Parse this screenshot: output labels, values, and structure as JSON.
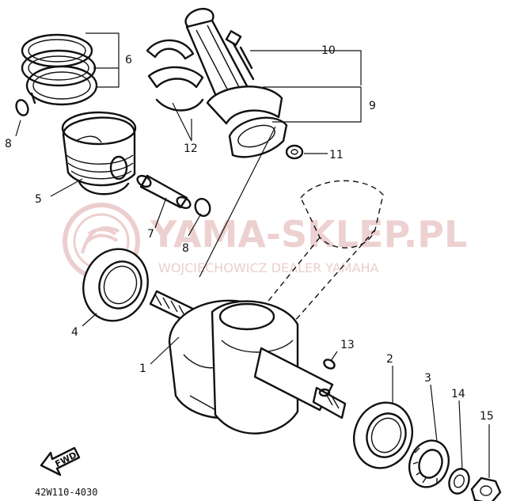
{
  "diagram": {
    "callouts": [
      {
        "id": "6",
        "text": "6"
      },
      {
        "id": "8a",
        "text": "8"
      },
      {
        "id": "5",
        "text": "5"
      },
      {
        "id": "12",
        "text": "12"
      },
      {
        "id": "10",
        "text": "10"
      },
      {
        "id": "9",
        "text": "9"
      },
      {
        "id": "11",
        "text": "11"
      },
      {
        "id": "7",
        "text": "7"
      },
      {
        "id": "8b",
        "text": "8"
      },
      {
        "id": "4",
        "text": "4"
      },
      {
        "id": "1",
        "text": "1"
      },
      {
        "id": "13",
        "text": "13"
      },
      {
        "id": "2",
        "text": "2"
      },
      {
        "id": "3",
        "text": "3"
      },
      {
        "id": "14",
        "text": "14"
      },
      {
        "id": "15",
        "text": "15"
      }
    ],
    "drawing_code": "42W110-4030",
    "fwd_label": "FWD"
  },
  "watermark": {
    "brand": "YAMA-SKLEP.PL",
    "subtitle": "WOJCIECHOWICZ DEALER YAMAHA",
    "color": "#e8c2c2"
  }
}
